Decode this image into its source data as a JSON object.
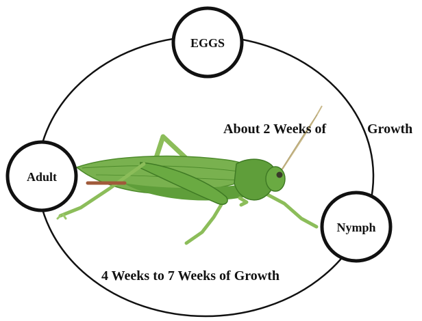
{
  "diagram": {
    "stages": {
      "eggs": "EGGS",
      "adult": "Adult",
      "nymph": "Nymph"
    },
    "transitions": {
      "eggs_to_nymph_part1": "About 2 Weeks of",
      "eggs_to_nymph_part2": "Growth",
      "nymph_to_adult": "4 Weeks to 7 Weeks of Growth"
    },
    "image": {
      "subject": "grasshopper-photo"
    },
    "colors": {
      "ring": "#111111",
      "node_fill": "#ffffff",
      "body_green": "#5f9e3a",
      "body_dark": "#3f7a24",
      "wing_green": "#79b14f",
      "leg_green": "#8cbd5a"
    }
  }
}
